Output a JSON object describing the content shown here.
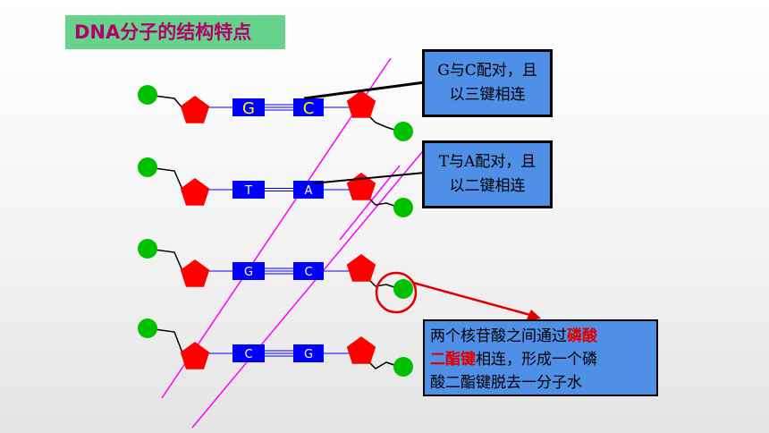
{
  "title": "DNA分子的结构特点",
  "pairs": [
    {
      "left": "G",
      "right": "C"
    },
    {
      "left": "T",
      "right": "A"
    },
    {
      "left": "G",
      "right": "C"
    },
    {
      "left": "C",
      "right": "G"
    }
  ],
  "callouts": {
    "gc": {
      "line1": "G与C配对，且",
      "line2": "以三键相连"
    },
    "ta": {
      "line1": "T与A配对，且",
      "line2": "以二键相连"
    },
    "bond": {
      "pre": "两个核苷酸之间通过",
      "hl1": "磷酸",
      "hl2": "二酯键",
      "post": "相连，形成一个磷",
      "line3": "酸二酯键脱去一分子水"
    }
  },
  "colors": {
    "title_bg": "#66d38c",
    "title_text": "#b3006b",
    "phosphate": "#00c000",
    "sugar": "#ff0000",
    "base": "#0000ff",
    "strand": "#ff00ff",
    "callout_bg": "#4f8fe6",
    "arrow": "#e00000"
  }
}
